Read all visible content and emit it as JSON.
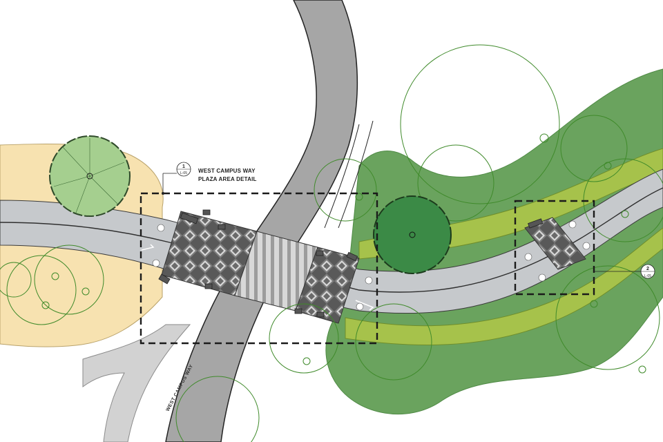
{
  "plaza_callout": {
    "number": "1",
    "sheet": "L-05",
    "title_line1": "WEST CAMPUS WAY",
    "title_line2": "PLAZA AREA DETAIL"
  },
  "crossing_callout": {
    "number": "2",
    "sheet": "L-05"
  },
  "road_label": "WEST CAMPUS WAY",
  "colors": {
    "sand_area": "#f7e2b0",
    "lawn": "#6aa35e",
    "lawn_light": "#a6c24b",
    "path": "#c6c9cc",
    "road": "#a6a6a6",
    "paving_dark": "#5a5a5a",
    "tree_outline": "#3f8a2a",
    "detail_box": "#1a1a1a"
  }
}
